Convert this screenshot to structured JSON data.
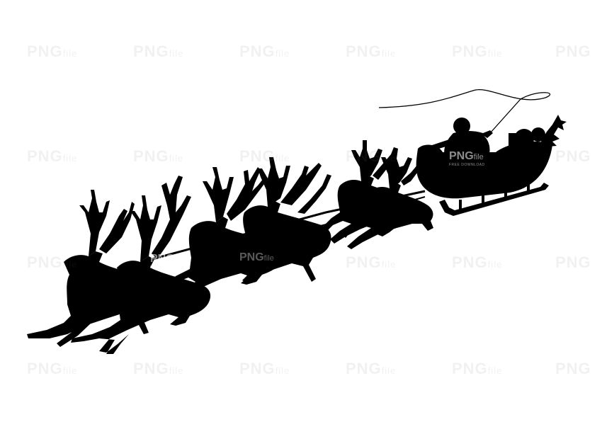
{
  "image": {
    "subject": "Santa's sleigh pulled by reindeer",
    "palette": {
      "background": "#ffffff",
      "silhouette": "#000000"
    }
  },
  "watermark": {
    "brand": "PNG",
    "suffix": "file",
    "tagline": "FREE DOWNLOAD"
  }
}
